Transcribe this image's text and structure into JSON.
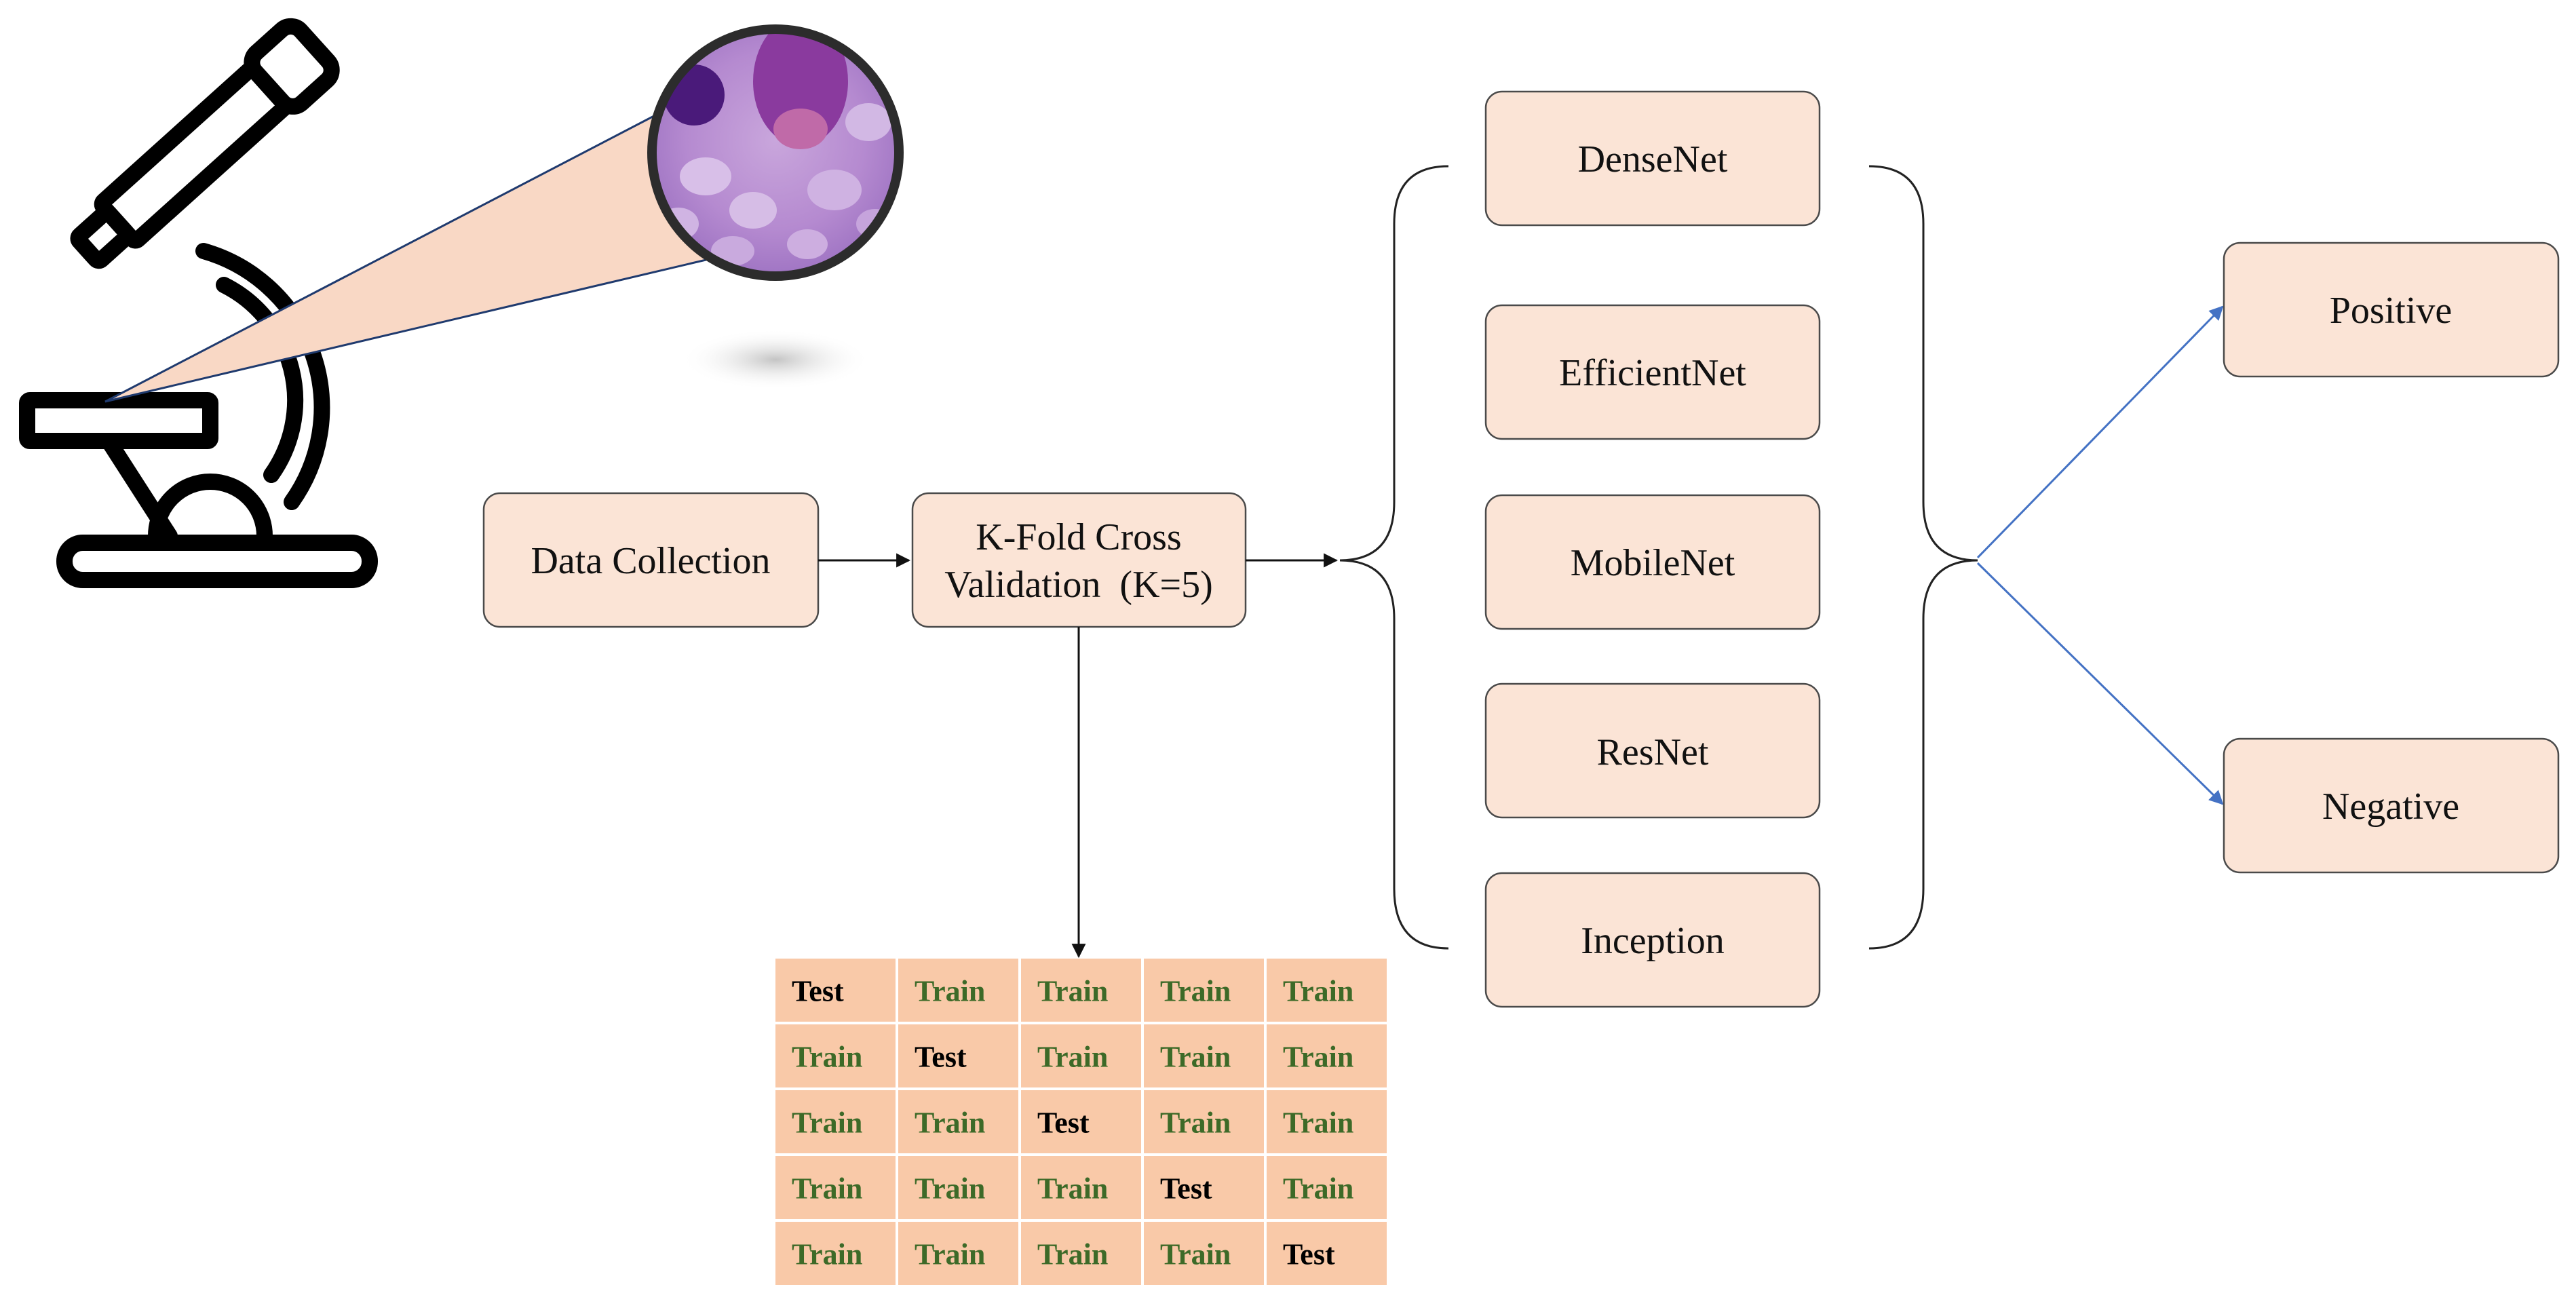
{
  "colors": {
    "box_fill": "#fbe4d6",
    "box_stroke": "#4a4a4a",
    "cell_fill": "#f9c9a8",
    "train_text": "#3d6a28",
    "test_text": "#000000",
    "output_arrows": "#4472c4"
  },
  "icons": {
    "microscope": "microscope-icon",
    "sample": "blood-smear-magnified-icon"
  },
  "nodes": {
    "data_collection": "Data Collection",
    "kfold_line1": "K-Fold Cross",
    "kfold_line2": "Validation  (K=5)",
    "models": [
      "DenseNet",
      "EfficientNet",
      "MobileNet",
      "ResNet",
      "Inception"
    ],
    "outputs": [
      "Positive",
      "Negative"
    ]
  },
  "folds": [
    [
      "Test",
      "Train",
      "Train",
      "Train",
      "Train"
    ],
    [
      "Train",
      "Test",
      "Train",
      "Train",
      "Train"
    ],
    [
      "Train",
      "Train",
      "Test",
      "Train",
      "Train"
    ],
    [
      "Train",
      "Train",
      "Train",
      "Test",
      "Train"
    ],
    [
      "Train",
      "Train",
      "Train",
      "Train",
      "Test"
    ]
  ]
}
